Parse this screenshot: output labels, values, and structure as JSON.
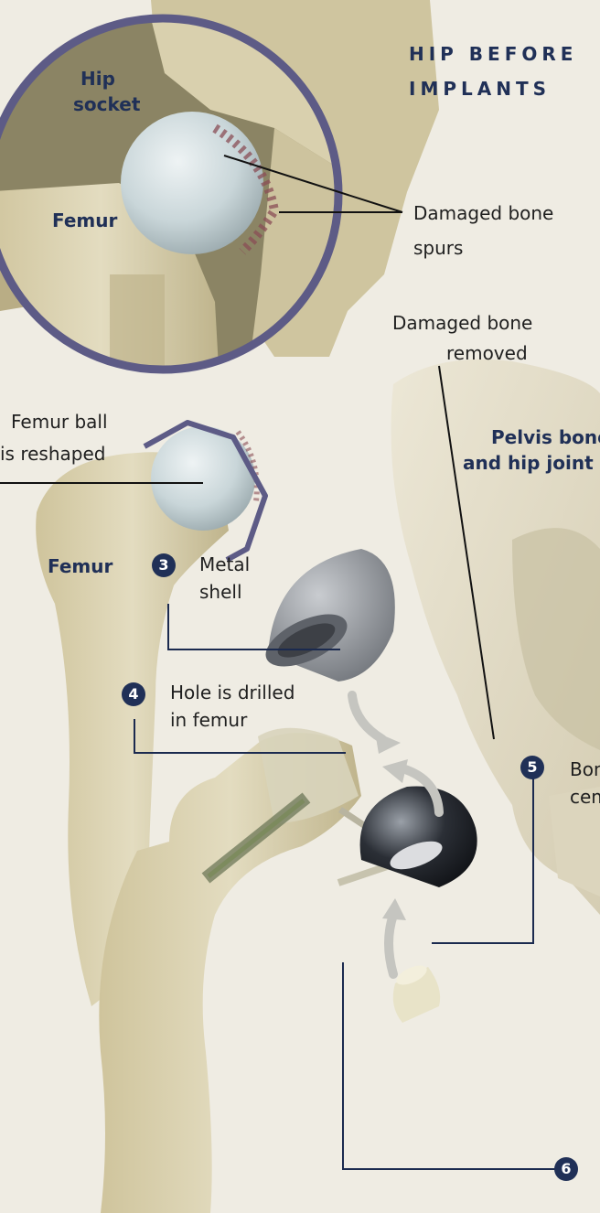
{
  "title": {
    "line1": "HIP BEFORE",
    "line2": "IMPLANTS"
  },
  "labels": {
    "hip_socket_1": "Hip",
    "hip_socket_2": "socket",
    "femur_top": "Femur",
    "damaged_spurs_1": "Damaged bone",
    "damaged_spurs_2": "spurs",
    "damaged_removed_1": "Damaged bone",
    "damaged_removed_2": "removed",
    "pelvis_1": "Pelvis bone",
    "pelvis_2": "and hip joint",
    "femur_ball_1": "Femur ball",
    "femur_ball_2": "is reshaped",
    "femur_mid": "Femur",
    "metal_shell_1": "Metal",
    "metal_shell_2": "shell",
    "hole_drilled_1": "Hole is drilled",
    "hole_drilled_2": "in femur",
    "bone_cement_1": "Bon",
    "bone_cement_2": "cem"
  },
  "steps": {
    "s3": "3",
    "s4": "4",
    "s5": "5",
    "s6": "6"
  },
  "colors": {
    "accent": "#203057",
    "background": "#efece3",
    "bone": "#d9d0ae",
    "metal": "#8d9096"
  }
}
